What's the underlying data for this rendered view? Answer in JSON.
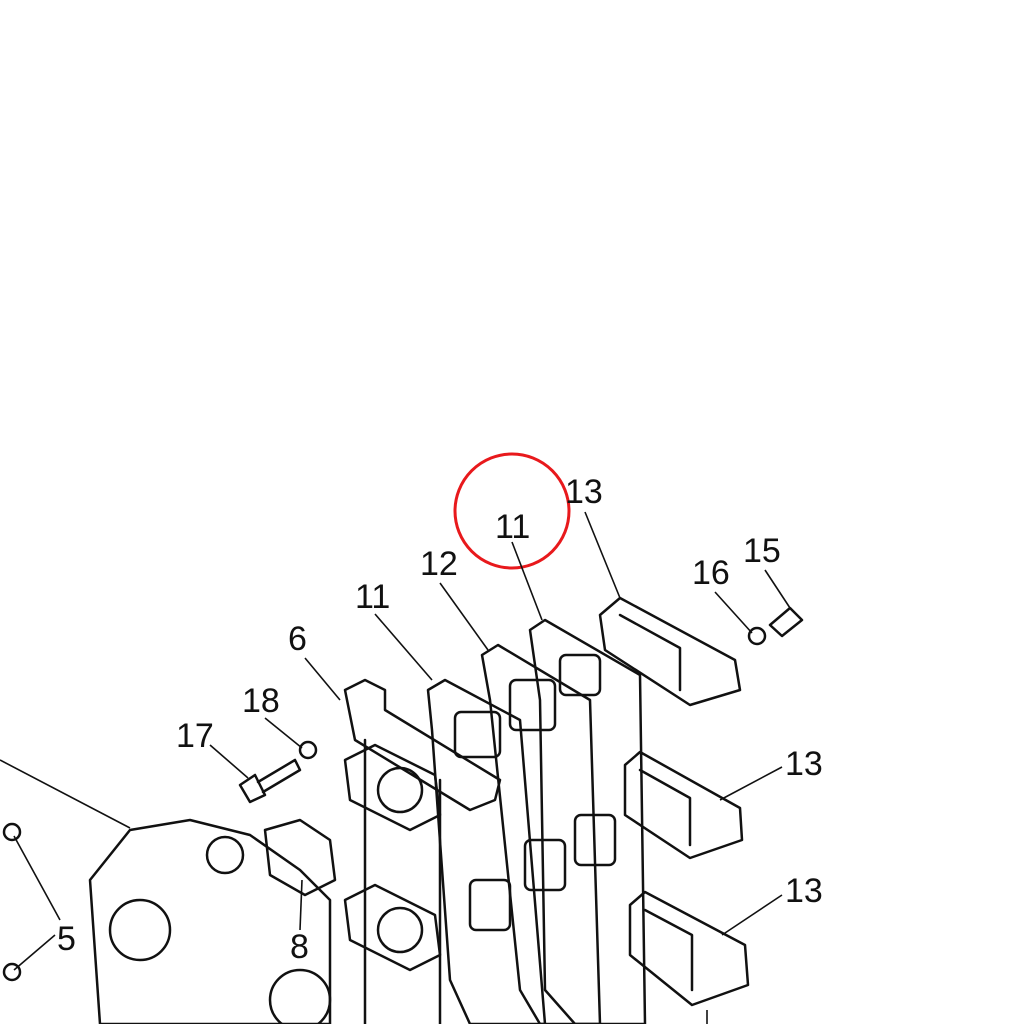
{
  "diagram": {
    "highlight_color": "#e8191c",
    "highlighted_label": "11",
    "callouts": [
      {
        "id": "c13a",
        "text": "13"
      },
      {
        "id": "c11a",
        "text": "11"
      },
      {
        "id": "c12",
        "text": "12"
      },
      {
        "id": "c11b",
        "text": "11"
      },
      {
        "id": "c16",
        "text": "16"
      },
      {
        "id": "c15",
        "text": "15"
      },
      {
        "id": "c6",
        "text": "6"
      },
      {
        "id": "c18",
        "text": "18"
      },
      {
        "id": "c17",
        "text": "17"
      },
      {
        "id": "c13b",
        "text": "13"
      },
      {
        "id": "c13c",
        "text": "13"
      },
      {
        "id": "c5",
        "text": "5"
      },
      {
        "id": "c8",
        "text": "8"
      }
    ]
  }
}
